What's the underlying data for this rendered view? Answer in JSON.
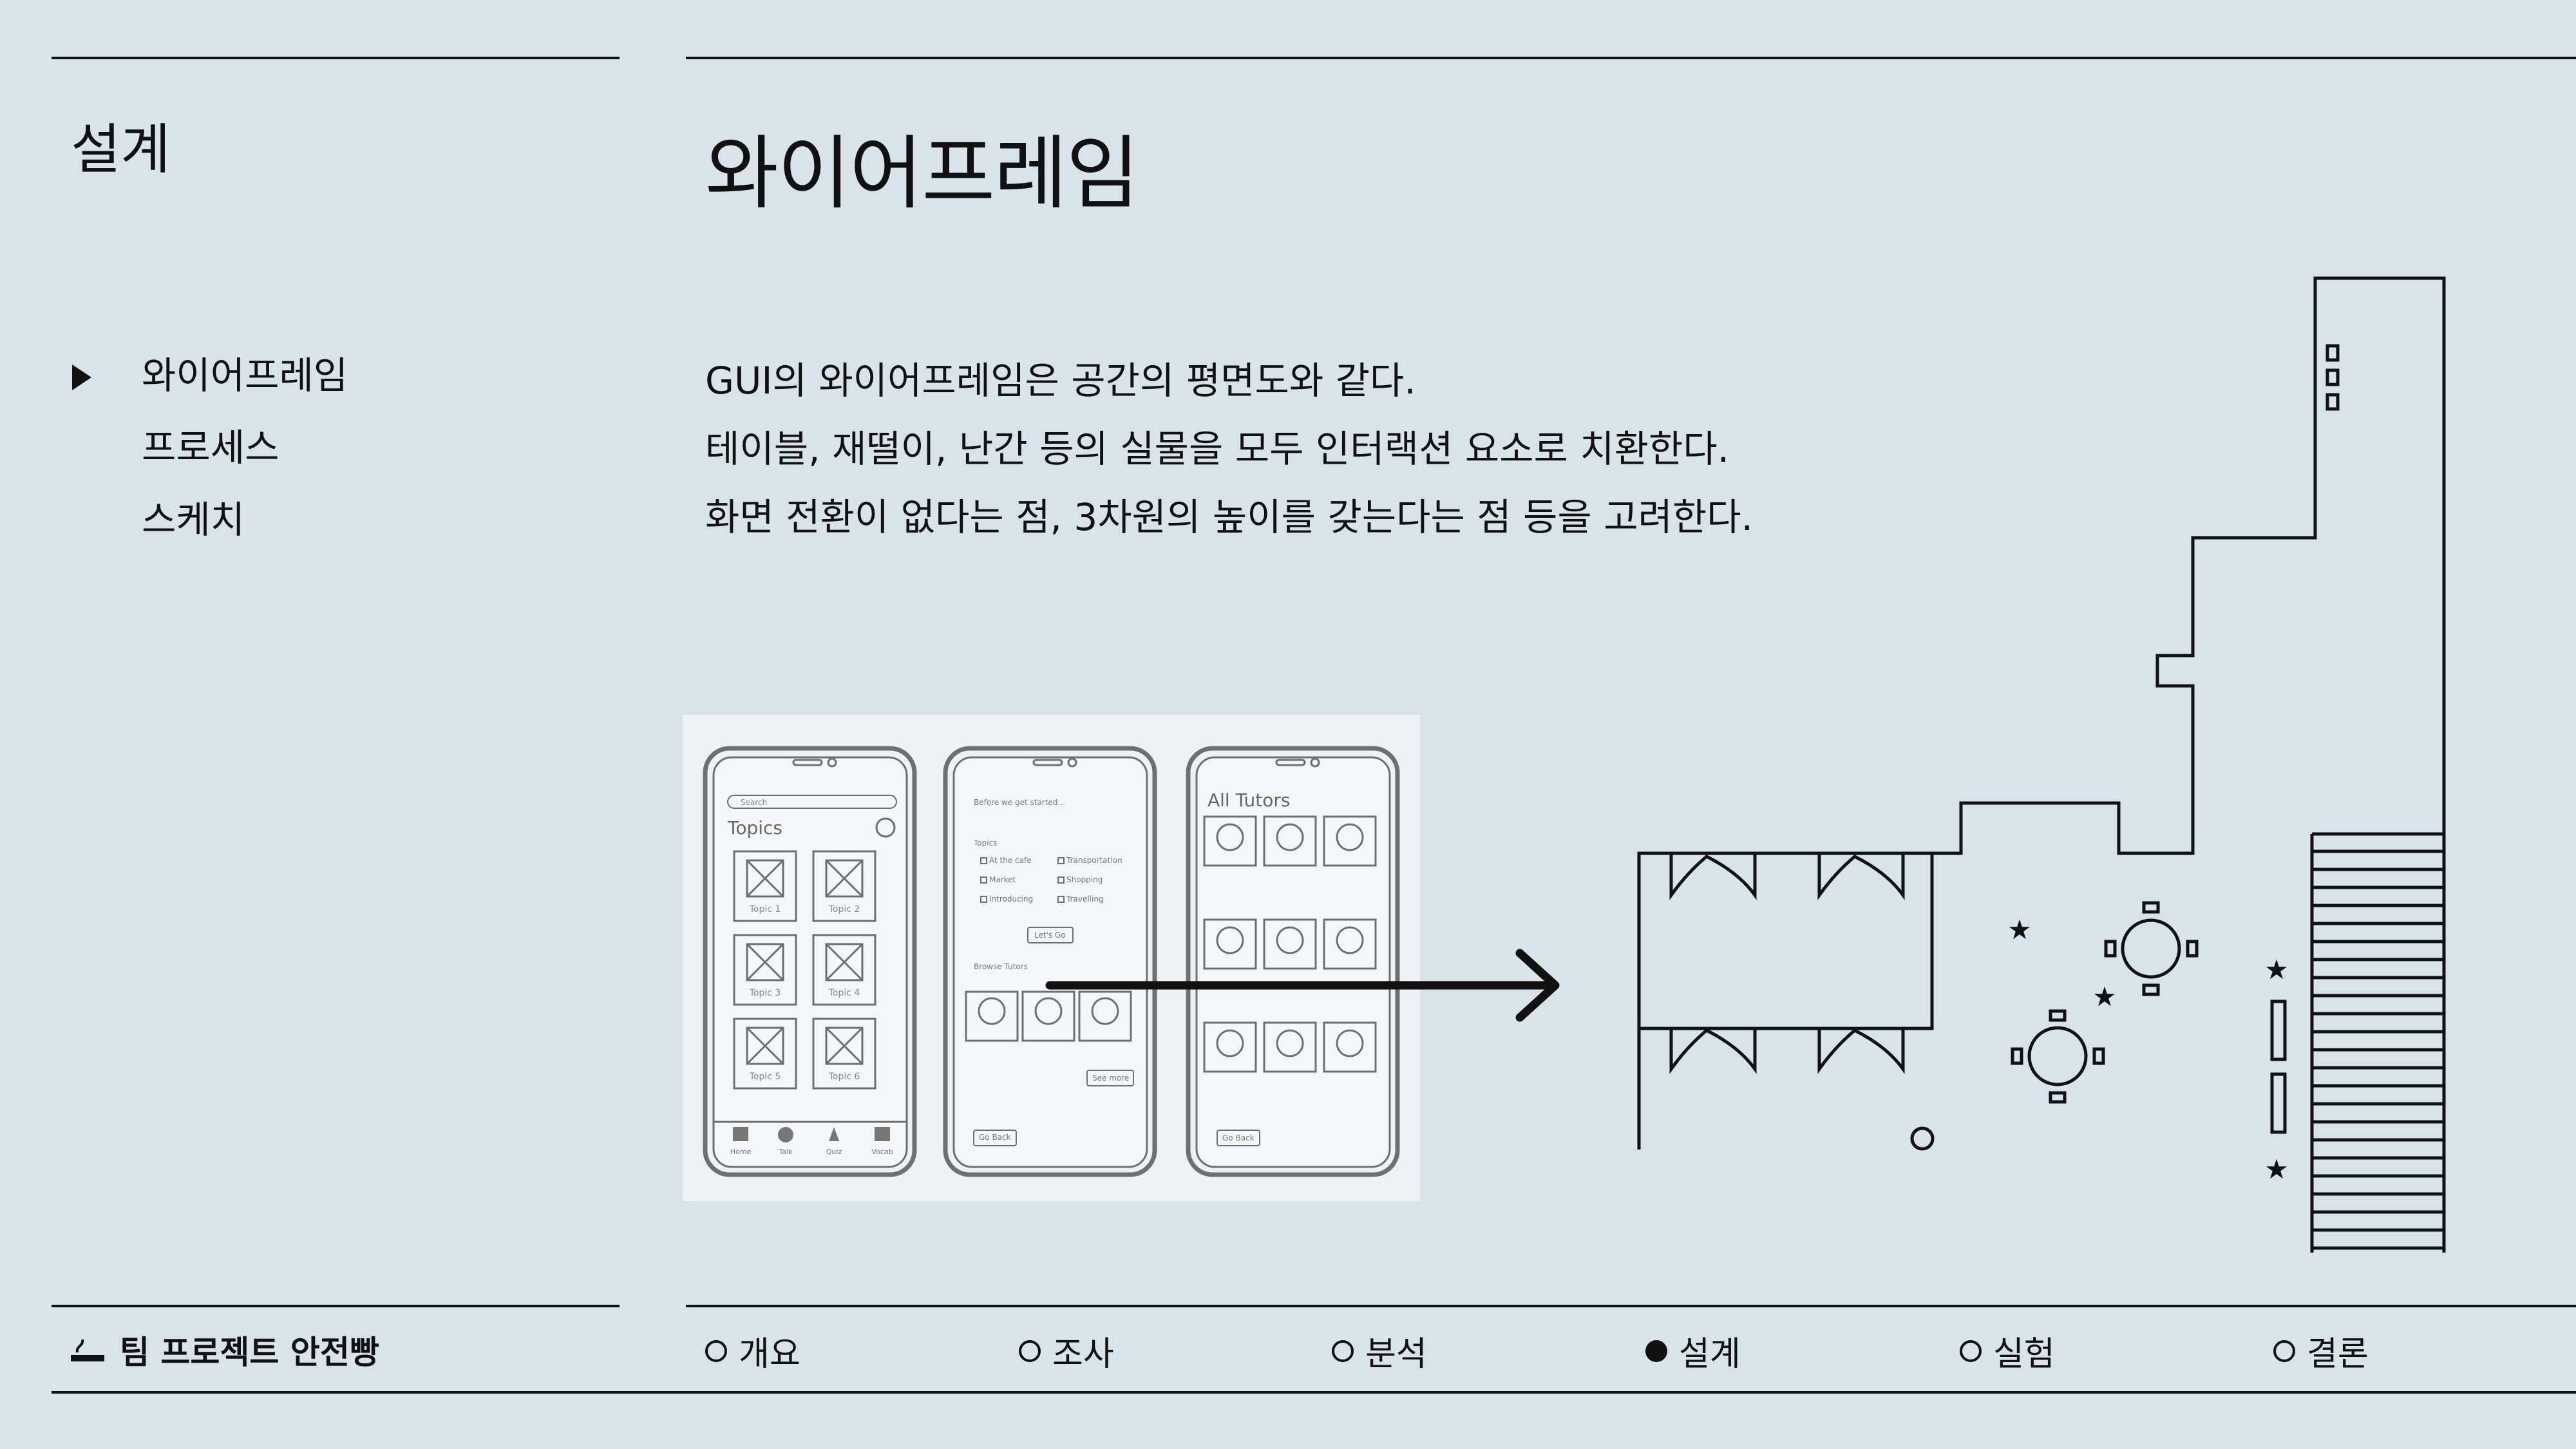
{
  "header": {
    "section_label": "설계",
    "page_title": "와이어프레임"
  },
  "subnav": [
    {
      "label": "와이어프레임",
      "active": true
    },
    {
      "label": "프로세스",
      "active": false
    },
    {
      "label": "스케치",
      "active": false
    }
  ],
  "body": {
    "lines": [
      "GUI의 와이어프레임은 공간의 평면도와 같다.",
      "테이블, 재떨이, 난간 등의 실물을 모두 인터랙션 요소로 치환한다.",
      "화면 전환이 없다는 점, 3차원의 높이를 갖는다는 점 등을 고려한다."
    ]
  },
  "wireframe": {
    "phone1": {
      "search": "Search",
      "title": "Topics",
      "topics": [
        "Topic 1",
        "Topic 2",
        "Topic 3",
        "Topic 4",
        "Topic 5",
        "Topic 6"
      ],
      "tabs": [
        "Home",
        "Talk",
        "Quiz",
        "Vocab"
      ]
    },
    "phone2": {
      "heading": "Before we get started...",
      "topics_label": "Topics",
      "options": [
        "At the cafe",
        "Transportation",
        "Market",
        "Shopping",
        "Introducing",
        "Travelling"
      ],
      "cta": "Let's Go",
      "browse": "Browse Tutors",
      "see_more": "See more",
      "back": "Go Back"
    },
    "phone3": {
      "title": "All Tutors",
      "back": "Go Back"
    }
  },
  "footer": {
    "team": "팀 프로젝트 안전빵",
    "nav": [
      {
        "label": "개요",
        "active": false
      },
      {
        "label": "조사",
        "active": false
      },
      {
        "label": "분석",
        "active": false
      },
      {
        "label": "설계",
        "active": true
      },
      {
        "label": "실험",
        "active": false
      },
      {
        "label": "결론",
        "active": false
      }
    ]
  }
}
